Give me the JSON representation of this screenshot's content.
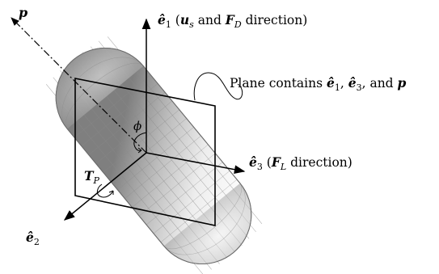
{
  "labels": {
    "p_vector": "p",
    "e1_hat": "ê",
    "e1_sub": "1",
    "e1_desc_open": " (",
    "e1_us": "u",
    "e1_us_sub": "s",
    "e1_and": " and ",
    "e1_FD": "F",
    "e1_FD_sub": "D",
    "e1_desc_close": " direction)",
    "plane_text_1": "Plane contains ",
    "plane_e": "ê",
    "plane_e1_sub": "1",
    "plane_comma": ", ",
    "plane_e3_sub": "3",
    "plane_and": ", and ",
    "plane_p": "p",
    "phi": "ϕ",
    "e3_hat": "ê",
    "e3_sub": "3",
    "e3_desc_open": " (",
    "e3_FL": "F",
    "e3_FL_sub": "L",
    "e3_desc_close": " direction)",
    "TP": "T",
    "TP_sub": "P",
    "e2_hat": "ê",
    "e2_sub": "2"
  },
  "colors": {
    "body_dark": "#8c8c8c",
    "body_light": "#f2f2f2",
    "mesh": "#6e6e6e",
    "ink": "#000000"
  }
}
